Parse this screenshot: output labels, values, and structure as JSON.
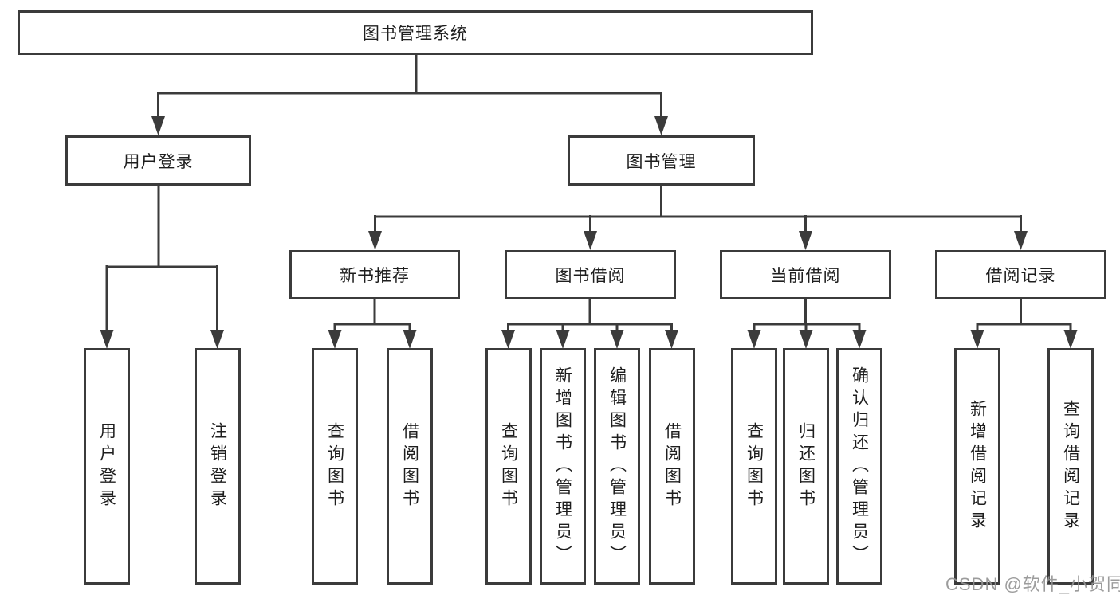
{
  "colors": {
    "line": "#3b3b3b",
    "text": "#1e1e1e",
    "watermark": "#949494",
    "background": "#ffffff"
  },
  "watermark": "CSDN @软件_小贺同学",
  "tree": {
    "label": "图书管理系统",
    "children": [
      {
        "label": "用户登录",
        "children": [
          {
            "label": "用户登录"
          },
          {
            "label": "注销登录"
          }
        ]
      },
      {
        "label": "图书管理",
        "children": [
          {
            "label": "新书推荐",
            "children": [
              {
                "label": "查询图书"
              },
              {
                "label": "借阅图书"
              }
            ]
          },
          {
            "label": "图书借阅",
            "children": [
              {
                "label": "查询图书"
              },
              {
                "label": "新增图书（管理员）"
              },
              {
                "label": "编辑图书（管理员）"
              },
              {
                "label": "借阅图书"
              }
            ]
          },
          {
            "label": "当前借阅",
            "children": [
              {
                "label": "查询图书"
              },
              {
                "label": "归还图书"
              },
              {
                "label": "确认归还（管理员）"
              }
            ]
          },
          {
            "label": "借阅记录",
            "children": [
              {
                "label": "新增借阅记录"
              },
              {
                "label": "查询借阅记录"
              }
            ]
          }
        ]
      }
    ]
  }
}
